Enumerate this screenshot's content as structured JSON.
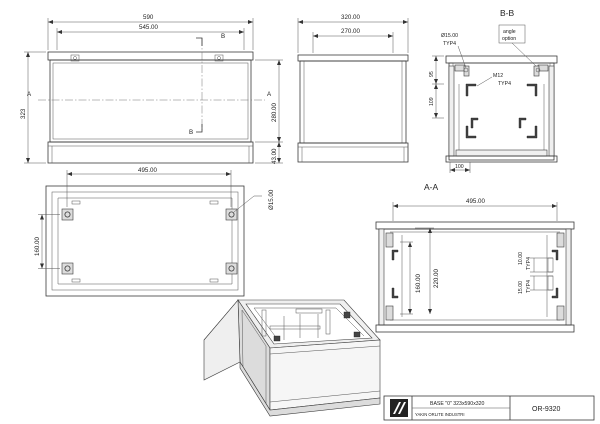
{
  "front_view": {
    "width_outer": "590",
    "width_inner": "545.00",
    "height_total": "323",
    "height_body": "280.00",
    "base_height": "43.00",
    "section_a": "A",
    "section_b": "B"
  },
  "side_view": {
    "depth_outer": "320.00",
    "depth_inner": "270.00"
  },
  "bottom_view": {
    "length": "495.00",
    "hole_dia": "Ø15.00",
    "hole_spacing": "160.00"
  },
  "section_bb": {
    "title": "B-B",
    "hole_dia": "Ø15.00",
    "hole_count_1": "TYP4",
    "thread": "M12",
    "hole_count_2": "TYP4",
    "note_1": "angle",
    "note_2": "option",
    "dim_top": "95",
    "dim_middle": "109",
    "dim_bottom": "100"
  },
  "section_aa": {
    "title": "A-A",
    "length": "495.00",
    "dim_160": "160.00",
    "dim_220": "220.00",
    "dim_10": "10.00",
    "dim_10_count": "TYP4",
    "dim_15": "15.00",
    "dim_15_count": "TYP4"
  },
  "title_block": {
    "description": "BASE \"0\" 323x590x320",
    "company": "YAKIN ORLITE INDUSTRI",
    "part_no": "OR-9320"
  }
}
